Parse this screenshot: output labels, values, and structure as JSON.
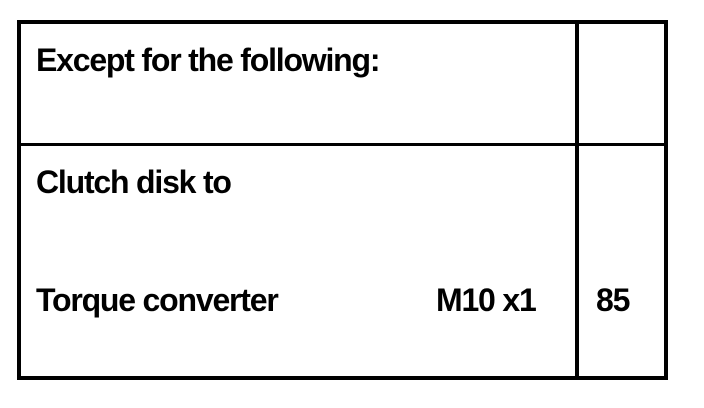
{
  "table": {
    "header": "Except for the following:",
    "row": {
      "description_line1": "Clutch disk to",
      "description_line2": "Torque converter",
      "thread_spec": "M10 x1",
      "torque_value": "85"
    }
  }
}
